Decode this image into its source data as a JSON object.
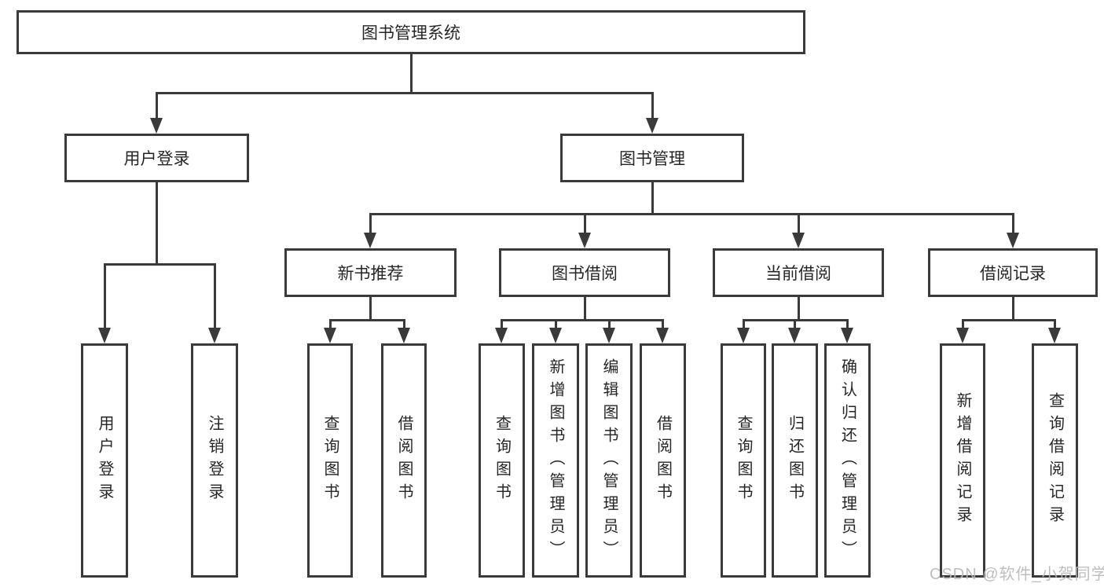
{
  "colors": {
    "line": "#3a3a3a",
    "text": "#262626",
    "watermark": "#b9b9b9"
  },
  "tree": {
    "root": "图书管理系统",
    "level2": [
      "用户登录",
      "图书管理"
    ],
    "level3": [
      "新书推荐",
      "图书借阅",
      "当前借阅",
      "借阅记录"
    ],
    "leaves": {
      "user_login": [
        "用户登录",
        "注销登录"
      ],
      "new_book": [
        "查询图书",
        "借阅图书"
      ],
      "book_borrow": [
        "查询图书",
        "新增图书（管理员）",
        "编辑图书（管理员）",
        "借阅图书"
      ],
      "current_borrow": [
        "查询图书",
        "归还图书",
        "确认归还（管理员）"
      ],
      "borrow_record": [
        "新增借阅记录",
        "查询借阅记录"
      ]
    }
  },
  "watermark": "CSDN @软件_小贺同学"
}
